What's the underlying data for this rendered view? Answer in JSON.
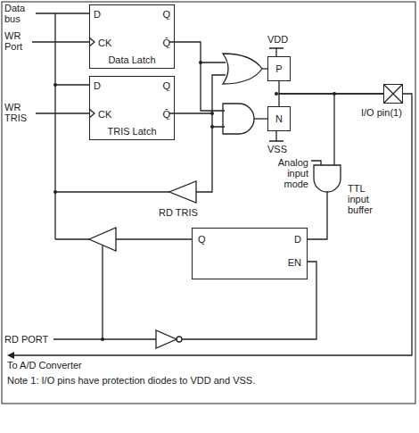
{
  "diagram": {
    "nodes": [
      {
        "text": [
          "D",
          "Q",
          "CK",
          "Q̄",
          "Data Latch"
        ]
      },
      {
        "text": [
          "D",
          "Q",
          "CK",
          "Q̄",
          "TRIS Latch"
        ]
      },
      {
        "text": [
          "P"
        ]
      },
      {
        "text": [
          "I/O pin(1)"
        ]
      },
      {
        "text": [
          "N"
        ]
      },
      {
        "text": [
          "Q",
          "D",
          "EN"
        ]
      }
    ],
    "edges": [
      {
        "from": 2,
        "to": 3,
        "arrow": "none"
      },
      {
        "from": 4,
        "to": 3,
        "arrow": "none"
      }
    ],
    "labels": [
      "Data bus",
      "WR Port",
      "WR TRIS",
      "VDD",
      "VSS",
      "Analog input mode",
      "TTL input buffer",
      "RD TRIS",
      "RD PORT",
      "To A/D Converter",
      "Note 1: I/O pins have protection diodes to VDD and VSS."
    ]
  }
}
